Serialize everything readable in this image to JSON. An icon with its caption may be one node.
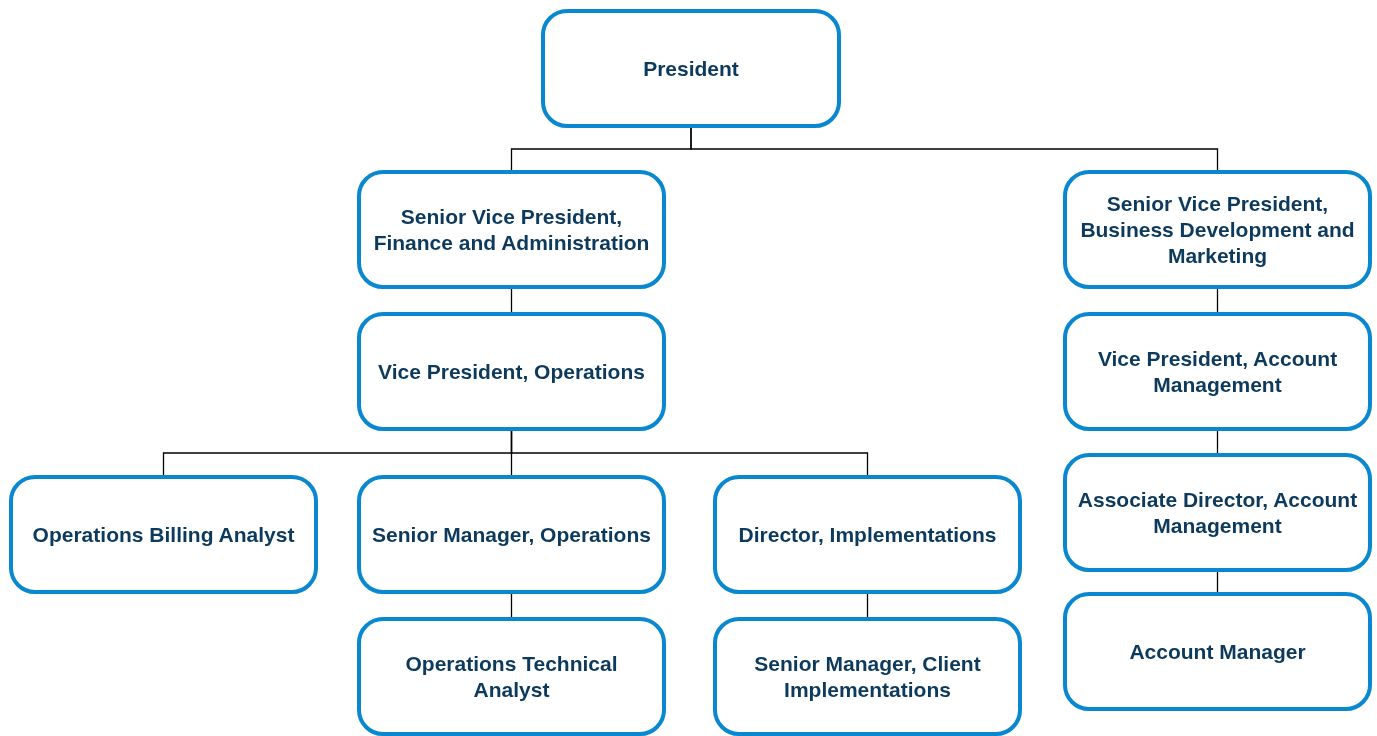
{
  "diagram": {
    "nodes": [
      {
        "text": [
          "President"
        ]
      },
      {
        "text": [
          "Senior Vice President, Finance and Administration"
        ]
      },
      {
        "text": [
          "Senior Vice President, Business Development and Marketing"
        ]
      },
      {
        "text": [
          "Vice President, Operations"
        ]
      },
      {
        "text": [
          "Vice President, Account Management"
        ]
      },
      {
        "text": [
          "Operations Billing Analyst"
        ]
      },
      {
        "text": [
          "Senior Manager, Operations"
        ]
      },
      {
        "text": [
          "Director, Implementations"
        ]
      },
      {
        "text": [
          "Associate Director, Account Management"
        ]
      },
      {
        "text": [
          "Operations Technical Analyst"
        ]
      },
      {
        "text": [
          "Senior Manager, Client Implementations"
        ]
      },
      {
        "text": [
          "Account Manager"
        ]
      }
    ],
    "edges": [
      {
        "from": 0,
        "to": 1,
        "arrow": "none"
      },
      {
        "from": 0,
        "to": 2,
        "arrow": "none"
      },
      {
        "from": 1,
        "to": 3,
        "arrow": "none"
      },
      {
        "from": 2,
        "to": 4,
        "arrow": "none"
      },
      {
        "from": 3,
        "to": 5,
        "arrow": "none"
      },
      {
        "from": 3,
        "to": 6,
        "arrow": "none"
      },
      {
        "from": 3,
        "to": 7,
        "arrow": "none"
      },
      {
        "from": 4,
        "to": 8,
        "arrow": "none"
      },
      {
        "from": 6,
        "to": 9,
        "arrow": "none"
      },
      {
        "from": 7,
        "to": 10,
        "arrow": "none"
      },
      {
        "from": 8,
        "to": 11,
        "arrow": "none"
      }
    ]
  }
}
